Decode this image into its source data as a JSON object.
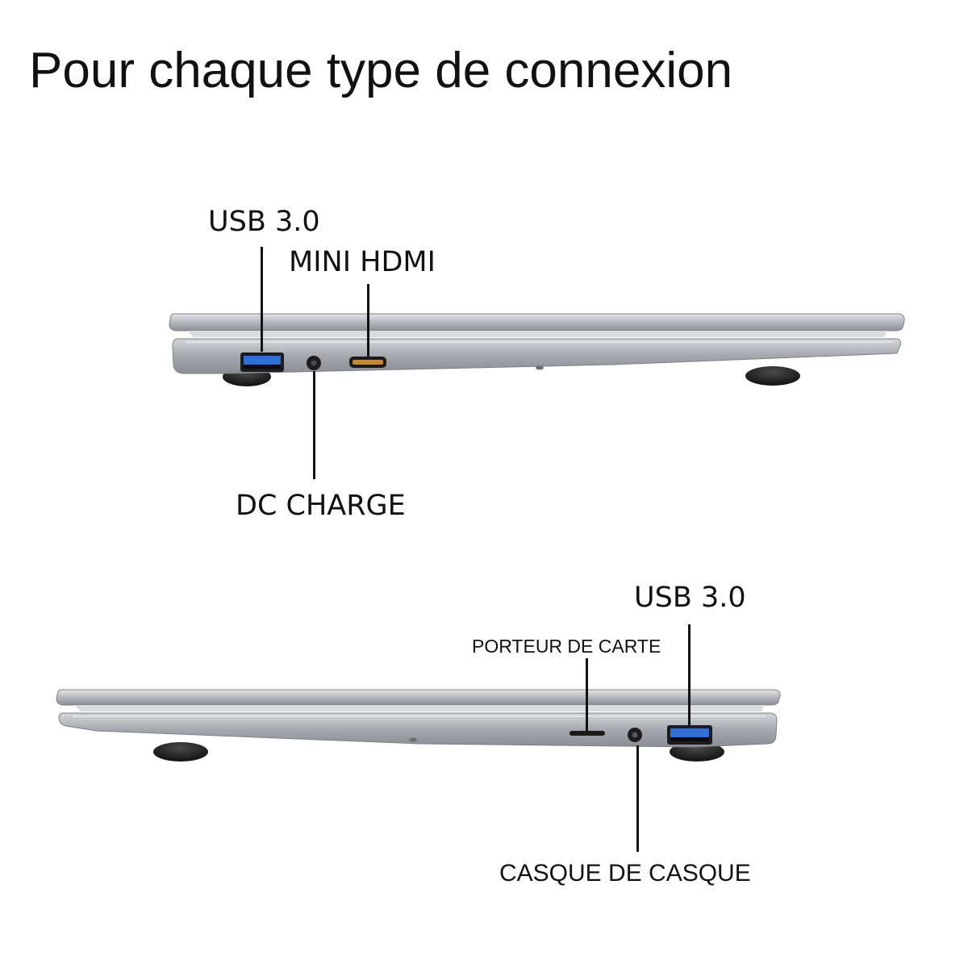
{
  "title": "Pour chaque type de connexion",
  "left_side": {
    "ports": [
      {
        "label": "USB 3.0",
        "icon": "usb-port-icon"
      },
      {
        "label": "MINI HDMI",
        "icon": "mini-hdmi-port-icon"
      },
      {
        "label": "DC CHARGE",
        "icon": "dc-charge-port-icon"
      }
    ]
  },
  "right_side": {
    "ports": [
      {
        "label": "USB 3.0",
        "icon": "usb-port-icon"
      },
      {
        "label": "PORTEUR DE CARTE",
        "icon": "card-slot-icon"
      },
      {
        "label": "CASQUE DE CASQUE",
        "icon": "headphone-jack-icon"
      }
    ]
  },
  "colors": {
    "usb_blue": "#2f6fd6",
    "hdmi_gold": "#c9892e",
    "chassis": "#a9adb3"
  }
}
